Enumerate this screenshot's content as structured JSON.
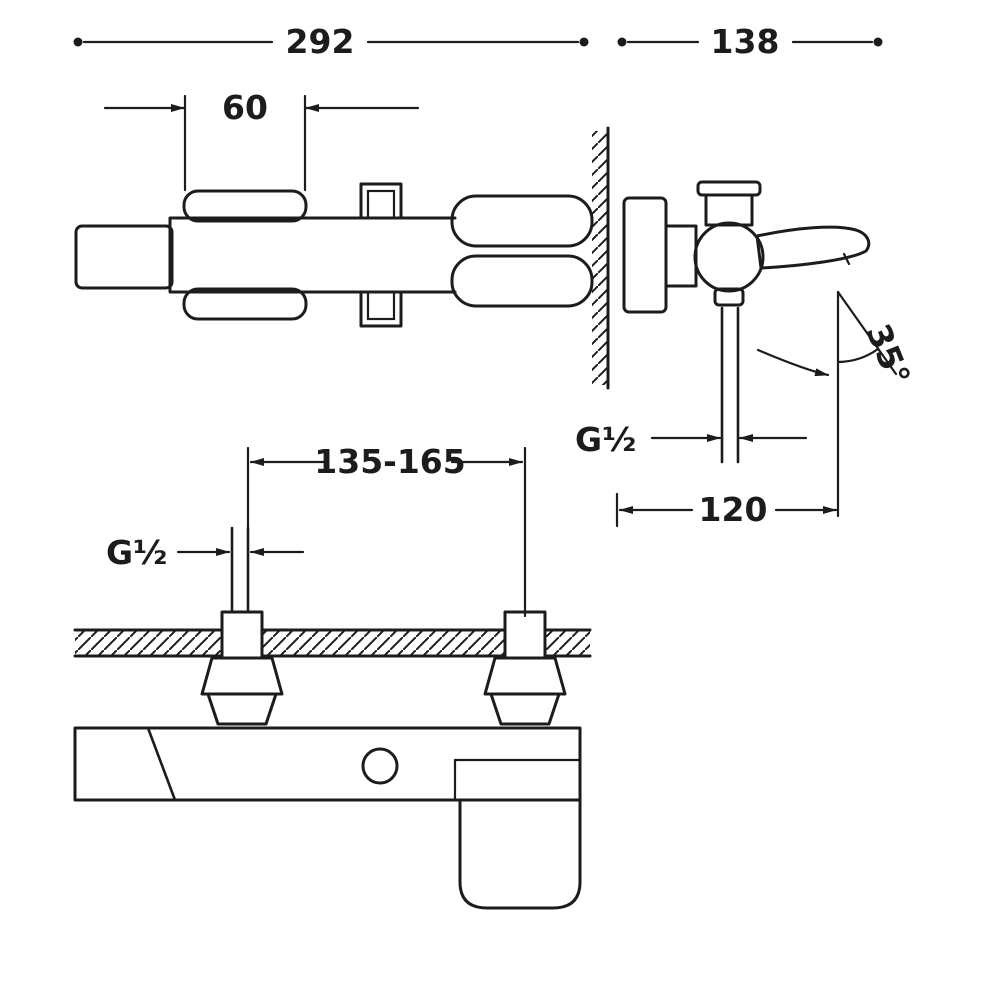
{
  "drawing": {
    "type": "technical-dimension-drawing",
    "line_color": "#1c1c1c",
    "background_color": "#ffffff"
  },
  "dimensions": {
    "overall_width": "292",
    "overall_depth": "138",
    "handle_width": "60",
    "inlet_spacing": "135-165",
    "thread_front": "G½",
    "thread_side": "G½",
    "spout_projection": "120",
    "spout_angle": "35°"
  }
}
